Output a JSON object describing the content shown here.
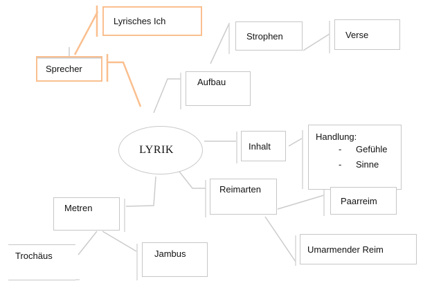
{
  "diagram": {
    "title": "LYRIK",
    "colors": {
      "accent_orange": "#FABF8F",
      "line_gray": "#CBCBCB",
      "box_border_gray": "#C6C6C6"
    },
    "nodes": {
      "lyrik": "LYRIK",
      "lyrisches_ich": "Lyrisches Ich",
      "sprecher": "Sprecher",
      "aufbau": "Aufbau",
      "strophen": "Strophen",
      "verse": "Verse",
      "inhalt": "Inhalt",
      "handlung_title": "Handlung:",
      "handlung_bullet": "-",
      "handlung_items": [
        "Gefühle",
        "Sinne"
      ],
      "reimarten": "Reimarten",
      "paarreim": "Paarreim",
      "umarmender_reim": "Umarmender Reim",
      "metren": "Metren",
      "trochaeus": "Trochäus",
      "jambus": "Jambus"
    },
    "edges": [
      {
        "from": "sprecher",
        "to": "lyrisches_ich",
        "color": "orange"
      },
      {
        "from": "lyrik",
        "to": "sprecher",
        "color": "orange"
      },
      {
        "from": "lyrik",
        "to": "aufbau",
        "color": "gray"
      },
      {
        "from": "aufbau",
        "to": "strophen",
        "color": "gray"
      },
      {
        "from": "strophen",
        "to": "verse",
        "color": "gray"
      },
      {
        "from": "lyrik",
        "to": "inhalt",
        "color": "gray"
      },
      {
        "from": "inhalt",
        "to": "handlung",
        "color": "gray"
      },
      {
        "from": "lyrik",
        "to": "reimarten",
        "color": "gray"
      },
      {
        "from": "reimarten",
        "to": "paarreim",
        "color": "gray"
      },
      {
        "from": "reimarten",
        "to": "umarmender_reim",
        "color": "gray"
      },
      {
        "from": "lyrik",
        "to": "metren",
        "color": "gray"
      },
      {
        "from": "metren",
        "to": "trochaeus",
        "color": "gray"
      },
      {
        "from": "metren",
        "to": "jambus",
        "color": "gray"
      }
    ]
  }
}
